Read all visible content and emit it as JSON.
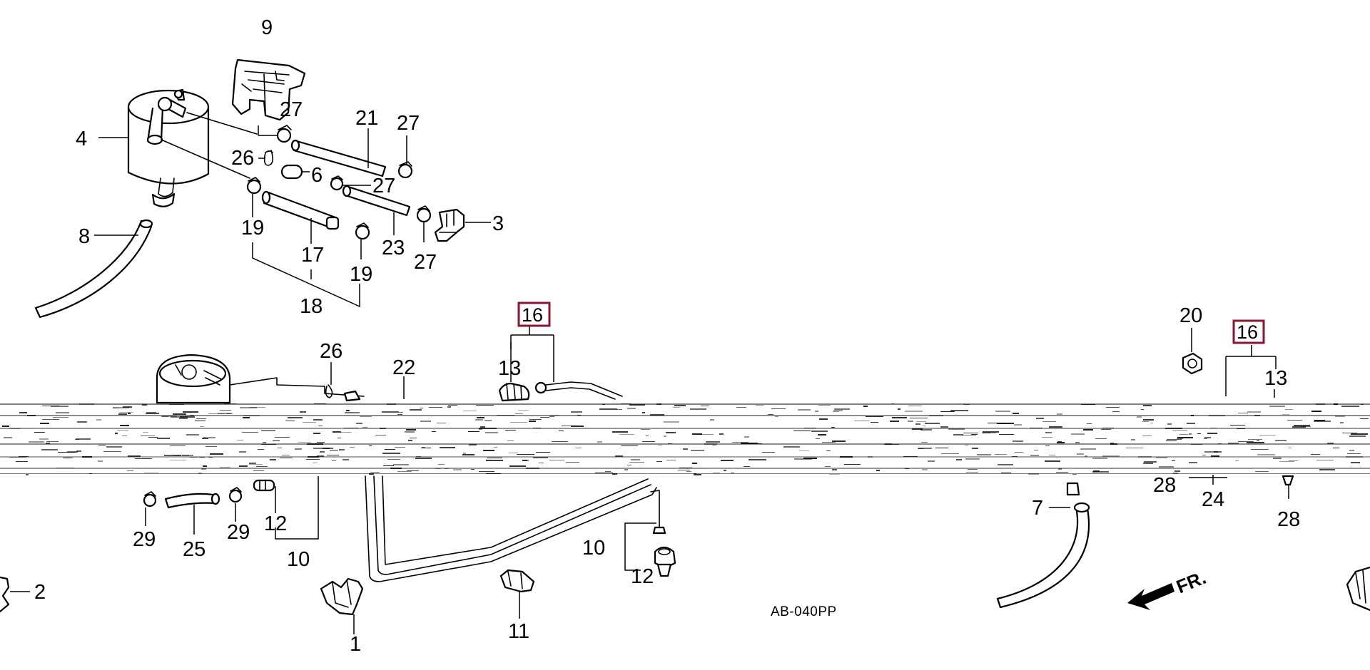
{
  "diagram": {
    "callouts": {
      "n1": "1",
      "n2": "2",
      "n3": "3",
      "n4": "4",
      "n6": "6",
      "n7": "7",
      "n8": "8",
      "n9": "9",
      "n10a": "10",
      "n10b": "10",
      "n11": "11",
      "n12a": "12",
      "n12b": "12",
      "n13a": "13",
      "n13b": "13",
      "n16a": "16",
      "n16b": "16",
      "n17": "17",
      "n18": "18",
      "n19a": "19",
      "n19b": "19",
      "n20": "20",
      "n21": "21",
      "n22": "22",
      "n23": "23",
      "n24": "24",
      "n25": "25",
      "n26a": "26",
      "n26b": "26",
      "n27a": "27",
      "n27b": "27",
      "n27c": "27",
      "n27d": "27",
      "n28a": "28",
      "n28b": "28",
      "n29a": "29",
      "n29b": "29"
    },
    "diagram_code": "AB-040PP",
    "front_arrow_label": "FR.",
    "highlight_color": "#8b1530",
    "ink_color": "#000000"
  }
}
